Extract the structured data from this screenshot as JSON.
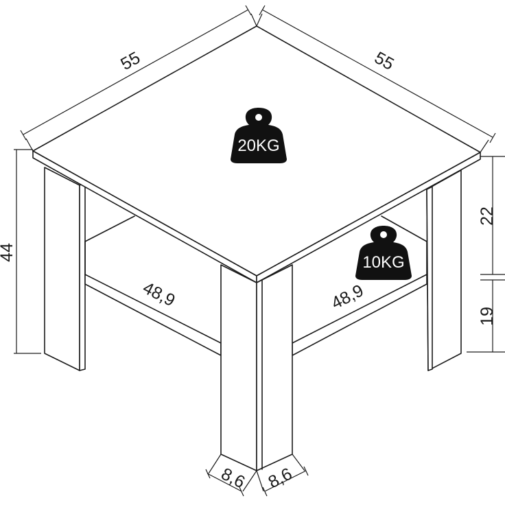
{
  "dimensions": {
    "top_width_left": "55",
    "top_width_right": "55",
    "total_height": "44",
    "upper_gap": "22",
    "shelf_height": "19",
    "shelf_depth_left": "48,9",
    "shelf_depth_right": "48,9",
    "leg_width_left": "8,6",
    "leg_width_right": "8,6"
  },
  "weights": {
    "top_load": "20KG",
    "shelf_load": "10KG"
  },
  "colors": {
    "line": "#1a1a1a",
    "weight": "#111111",
    "background": "#ffffff"
  }
}
